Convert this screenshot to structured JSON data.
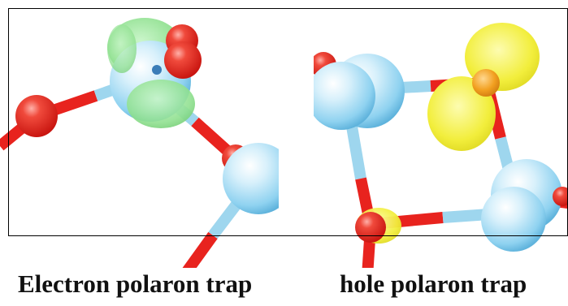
{
  "panels": [
    {
      "id": "electron",
      "caption": "Electron polaron trap",
      "orbital_color": "#8fe08f"
    },
    {
      "id": "hole",
      "caption": "hole polaron trap",
      "orbital_color": "#f2ee3c"
    }
  ],
  "colors": {
    "oxygen_atom": "#e8231e",
    "cation_atom": "#8fd2f0",
    "bond_red": "#e8231e",
    "bond_blue": "#9ed6ee",
    "trap_center": "#f2a020",
    "frame": "#000000"
  }
}
